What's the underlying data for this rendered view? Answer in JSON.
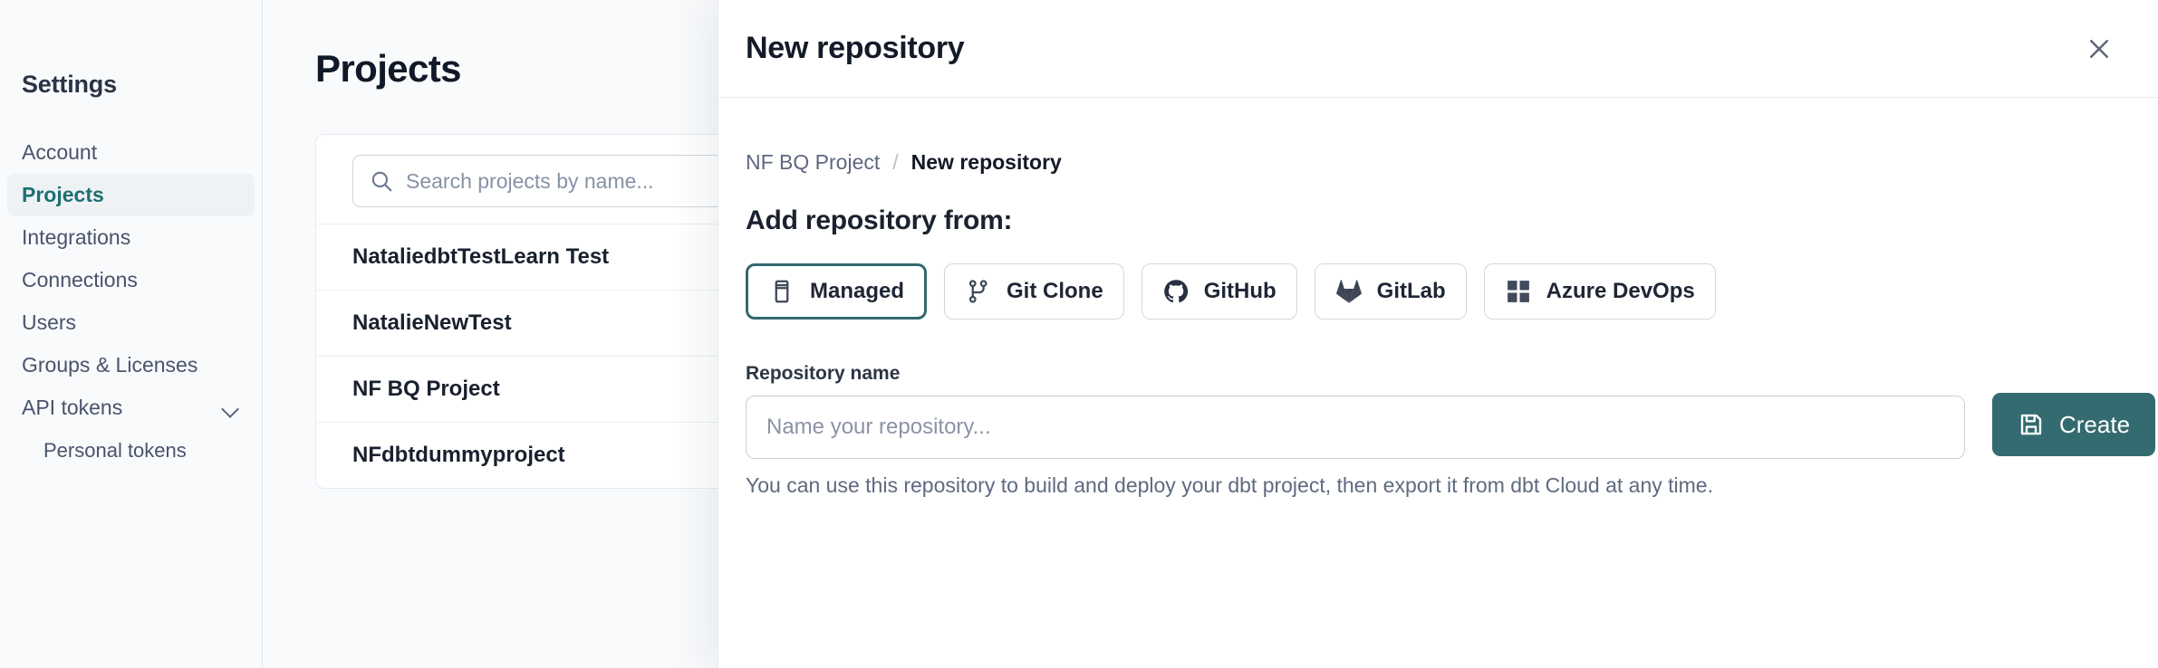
{
  "sidebar": {
    "title": "Settings",
    "items": [
      {
        "label": "Account",
        "active": false,
        "sub": false,
        "chevron": false
      },
      {
        "label": "Projects",
        "active": true,
        "sub": false,
        "chevron": false
      },
      {
        "label": "Integrations",
        "active": false,
        "sub": false,
        "chevron": false
      },
      {
        "label": "Connections",
        "active": false,
        "sub": false,
        "chevron": false
      },
      {
        "label": "Users",
        "active": false,
        "sub": false,
        "chevron": false
      },
      {
        "label": "Groups & Licenses",
        "active": false,
        "sub": false,
        "chevron": false
      },
      {
        "label": "API tokens",
        "active": false,
        "sub": false,
        "chevron": true
      },
      {
        "label": "Personal tokens",
        "active": false,
        "sub": true,
        "chevron": false
      }
    ]
  },
  "background": {
    "page_title": "Projects",
    "search": {
      "placeholder": "Search projects by name...",
      "icon": "search-icon"
    },
    "projects": [
      "NataliedbtTestLearn Test",
      "NatalieNewTest",
      "NF BQ Project",
      "NFdbtdummyproject"
    ]
  },
  "modal": {
    "title": "New repository",
    "close_icon": "close-icon",
    "breadcrumb": {
      "parent": "NF BQ Project",
      "separator": "/",
      "current": "New repository"
    },
    "section_heading": "Add repository from:",
    "providers": [
      {
        "label": "Managed",
        "icon": "database-icon",
        "selected": true
      },
      {
        "label": "Git Clone",
        "icon": "git-branch-icon",
        "selected": false
      },
      {
        "label": "GitHub",
        "icon": "github-icon",
        "selected": false
      },
      {
        "label": "GitLab",
        "icon": "gitlab-icon",
        "selected": false
      },
      {
        "label": "Azure DevOps",
        "icon": "azure-devops-icon",
        "selected": false
      }
    ],
    "repository_name": {
      "label": "Repository name",
      "value": "",
      "placeholder": "Name your repository..."
    },
    "helper_text": "You can use this repository to build and deploy your dbt project, then export it from dbt Cloud at any time.",
    "create_button": {
      "label": "Create",
      "icon": "save-icon"
    }
  },
  "colors": {
    "accent_teal": "#336b70",
    "selected_border": "#33696e",
    "text_dark": "#141a28",
    "text_muted": "#5f6a80",
    "page_bg": "#f8fafc"
  }
}
